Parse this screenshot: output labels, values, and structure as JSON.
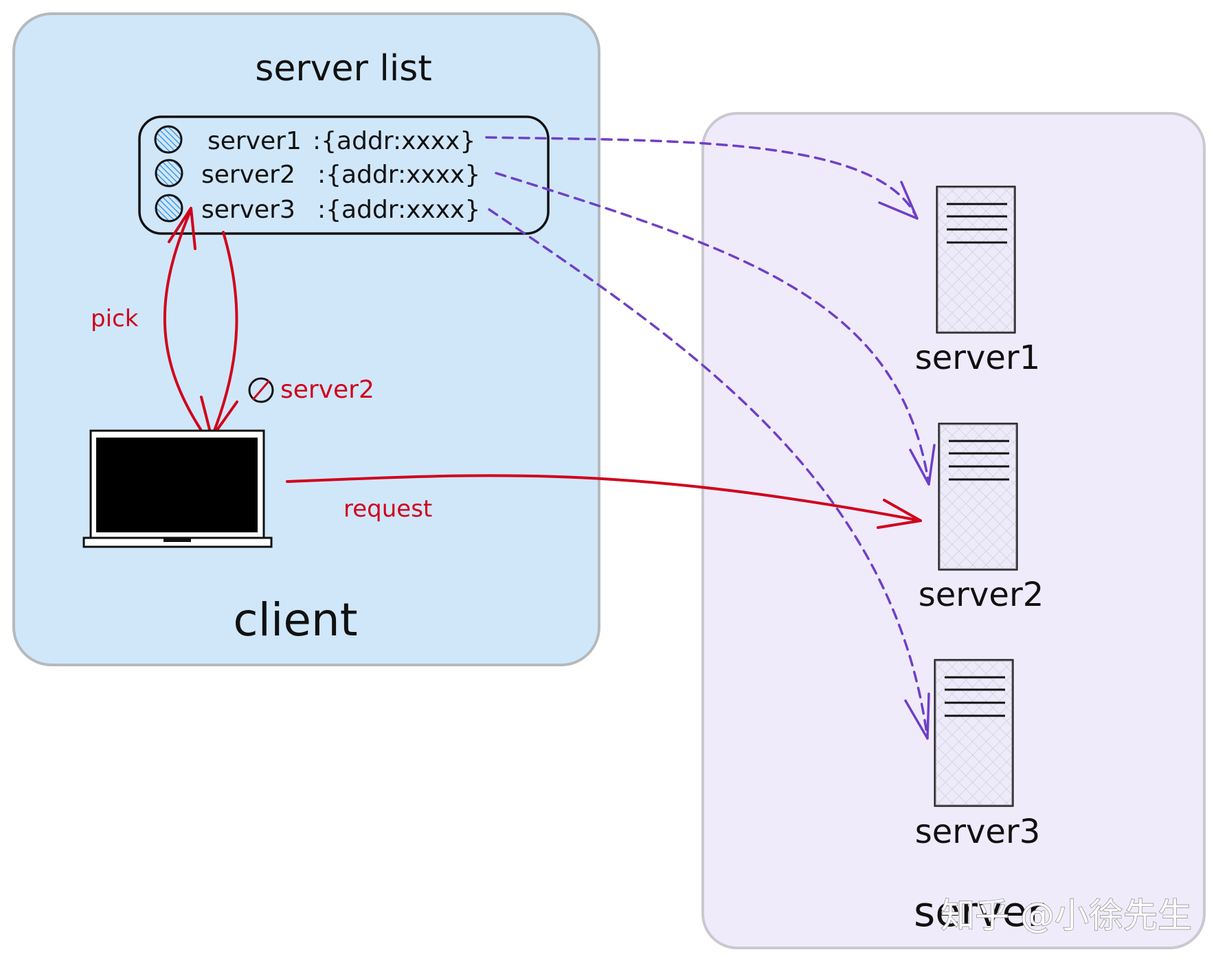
{
  "client_panel": {
    "title": "server list",
    "label": "client",
    "fill_color": "#d0e7fa",
    "border_color": "#b5b9bd"
  },
  "server_list": {
    "items": [
      {
        "name": "server1",
        "value": ":{addr:xxxx}"
      },
      {
        "name": "server2",
        "value": ":{addr:xxxx}"
      },
      {
        "name": "server3",
        "value": ":{addr:xxxx}"
      }
    ]
  },
  "pick_label": "pick",
  "picked_label": "server2",
  "request_label": "request",
  "server_panel": {
    "label": "server",
    "fill_color": "#efebfb",
    "border_color": "#cbc8d0"
  },
  "servers": [
    {
      "label": "server1"
    },
    {
      "label": "server2"
    },
    {
      "label": "server3"
    }
  ],
  "watermark": "知乎 @小徐先生",
  "colors": {
    "dashed_arrow": "#6f3fc7",
    "request_arrow": "#d0021b",
    "circle_hatch": "#1e88e5"
  }
}
